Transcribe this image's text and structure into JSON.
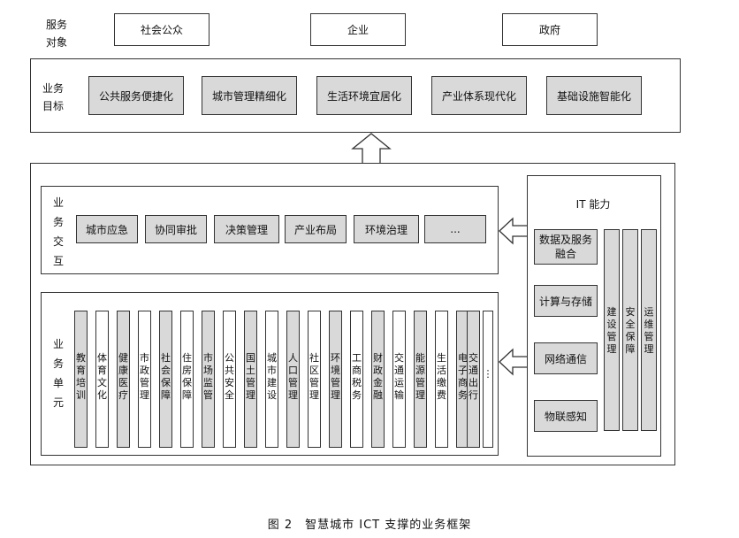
{
  "service_objects": {
    "label": "服务对象",
    "items": [
      "社会公众",
      "企业",
      "政府"
    ]
  },
  "business_goals": {
    "label": "业务目标",
    "items": [
      "公共服务便捷化",
      "城市管理精细化",
      "生活环境宜居化",
      "产业体系现代化",
      "基础设施智能化"
    ]
  },
  "business_interaction": {
    "label": "业务交互",
    "items": [
      "城市应急",
      "协同审批",
      "决策管理",
      "产业布局",
      "环境治理",
      "..."
    ]
  },
  "business_units": {
    "label": "业务单元",
    "items": [
      "教育培训",
      "体育文化",
      "健康医疗",
      "市政管理",
      "社会保障",
      "住房保障",
      "市场监管",
      "公共安全",
      "国土管理",
      "城市建设",
      "人口管理",
      "社区管理",
      "环境管理",
      "工商税务",
      "财政金融",
      "交通运输",
      "能源管理",
      "生活缴费",
      "电子商务",
      "交通出行",
      "⋮"
    ]
  },
  "it_capability": {
    "title": "IT 能力",
    "items": [
      "数据及服务融合",
      "计算与存储",
      "网络通信",
      "物联感知"
    ],
    "verticals": [
      "建设管理",
      "安全保障",
      "运维管理"
    ]
  },
  "caption": "图 2　智慧城市 ICT 支撑的业务框架",
  "colors": {
    "gray_fill": "#d9d9d9",
    "border": "#333333"
  }
}
